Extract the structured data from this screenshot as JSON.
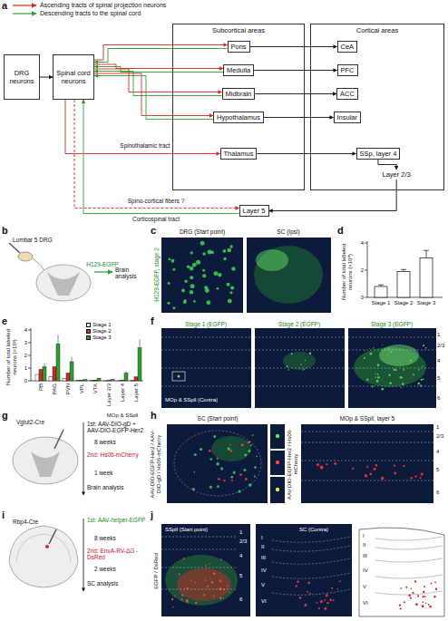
{
  "diagram": {
    "nodes": [
      {
        "text": [
          "DRG neurons"
        ]
      },
      {
        "text": [
          "Spinal cord neurons"
        ]
      },
      {
        "text": [
          "Subcortical areas"
        ]
      },
      {
        "text": [
          "Pons"
        ],
        "in": 2
      },
      {
        "text": [
          "Medulla"
        ],
        "in": 2
      },
      {
        "text": [
          "Midbrain"
        ],
        "in": 2
      },
      {
        "text": [
          "Hypothalamus"
        ],
        "in": 2
      },
      {
        "text": [
          "Thalamus"
        ],
        "in": 2
      },
      {
        "text": [
          "Cortical areas"
        ]
      },
      {
        "text": [
          "CeA"
        ],
        "in": 8
      },
      {
        "text": [
          "PFC"
        ],
        "in": 8
      },
      {
        "text": [
          "ACC"
        ],
        "in": 8
      },
      {
        "text": [
          "Insular"
        ],
        "in": 8
      },
      {
        "text": [
          "SSp, layer 4"
        ],
        "in": 8
      },
      {
        "text": [
          "Layer 2/3"
        ],
        "in": 8
      },
      {
        "text": [
          "Layer 5"
        ]
      }
    ],
    "edges": [
      {
        "from": 0,
        "to": 1,
        "arrow": "to"
      },
      {
        "from": 1,
        "to": 3,
        "arrow": "to"
      },
      {
        "from": 3,
        "to": 1,
        "arrow": "to"
      },
      {
        "from": 1,
        "to": 4,
        "arrow": "to"
      },
      {
        "from": 4,
        "to": 1,
        "arrow": "to"
      },
      {
        "from": 1,
        "to": 5,
        "arrow": "to"
      },
      {
        "from": 5,
        "to": 1,
        "arrow": "to"
      },
      {
        "from": 1,
        "to": 6,
        "arrow": "to"
      },
      {
        "from": 6,
        "to": 1,
        "arrow": "to"
      },
      {
        "from": 1,
        "to": 7,
        "label": "Spinothalamic tract",
        "arrow": "to"
      },
      {
        "from": 1,
        "to": 15,
        "label": "Spino-cortical fibers ?",
        "arrow": "to"
      },
      {
        "from": 15,
        "to": 1,
        "label": "Corticospinal tract",
        "arrow": "to"
      },
      {
        "from": 3,
        "to": 9,
        "arrow": "to"
      },
      {
        "from": 4,
        "to": 10,
        "arrow": "to"
      },
      {
        "from": 5,
        "to": 11,
        "arrow": "to"
      },
      {
        "from": 6,
        "to": 12,
        "arrow": "to"
      },
      {
        "from": 7,
        "to": 13,
        "arrow": "to"
      },
      {
        "from": 13,
        "to": 14,
        "arrow": "to"
      },
      {
        "from": 14,
        "to": 15,
        "arrow": "to"
      }
    ],
    "labels": [
      "a",
      "b",
      "c",
      "d",
      "e",
      "f",
      "g",
      "h",
      "i",
      "j",
      "Lumbar 5 DRG",
      "H129-EGFP",
      "Brain analysis",
      "DRG (Start point)",
      "SC (Ipsi)",
      "H129-EGFP, stage 2",
      "Number of total labeled neurons (×10⁴)",
      "0",
      "2",
      "4",
      "Stage 1",
      "Stage 2",
      "Stage 3",
      "Number of total labeled neurons (×10³)",
      "0",
      "1",
      "2",
      "3",
      "4",
      "PB",
      "PAG",
      "PVN",
      "VPL",
      "VTA",
      "Layer 2/3",
      "Layer 4",
      "Layer 5",
      "MOp & SSpll",
      "Stage 1 (EGFP)",
      "Stage 2 (EGFP)",
      "Stage 3 (EGFP)",
      "MOp & SSpll (Contra)",
      "1",
      "2/3",
      "4",
      "5",
      "6",
      "Vglut2-Cre",
      "1st: AAV-DIO-gD + AAV-DIO-EGFP-Her2",
      "8 weeks",
      "2nd: Hs06-mCherry",
      "1 week",
      "Brain analysis",
      "SC (Start point)",
      "AAV-DIO-EGFP-Her2 / AAV-DIO-gD / Hs06-mCherry",
      "MOp & SSpll, layer 5",
      "AAV-DIO-EGFP-Her2 / Hs06-mCherry",
      "1",
      "2/3",
      "4",
      "5",
      "6",
      "Rbp4-Cre",
      "1st: AAV-helper-EGFP",
      "8 weeks",
      "2nd: EnvA-RV-ΔG -DsRed",
      "2 weeks",
      "SC analysis",
      "SSpll (Start point)",
      "EGFP / DsRed",
      "1",
      "2/3",
      "4",
      "5",
      "6",
      "SC (Contra)",
      "I",
      "II",
      "III",
      "IV",
      "V",
      "VI",
      "I",
      "II",
      "III",
      "IV",
      "V",
      "VI"
    ],
    "legend": [
      {
        "text": "Ascending tracts of spinal projection neurons"
      },
      {
        "text": "Descending tracts to the spinal cord"
      },
      {
        "text": "Stage 1",
        "color": "#ffffff"
      },
      {
        "text": "Stage 2",
        "color": "#d62728"
      },
      {
        "text": "Stage 3",
        "color": "#2ca02c"
      }
    ]
  }
}
